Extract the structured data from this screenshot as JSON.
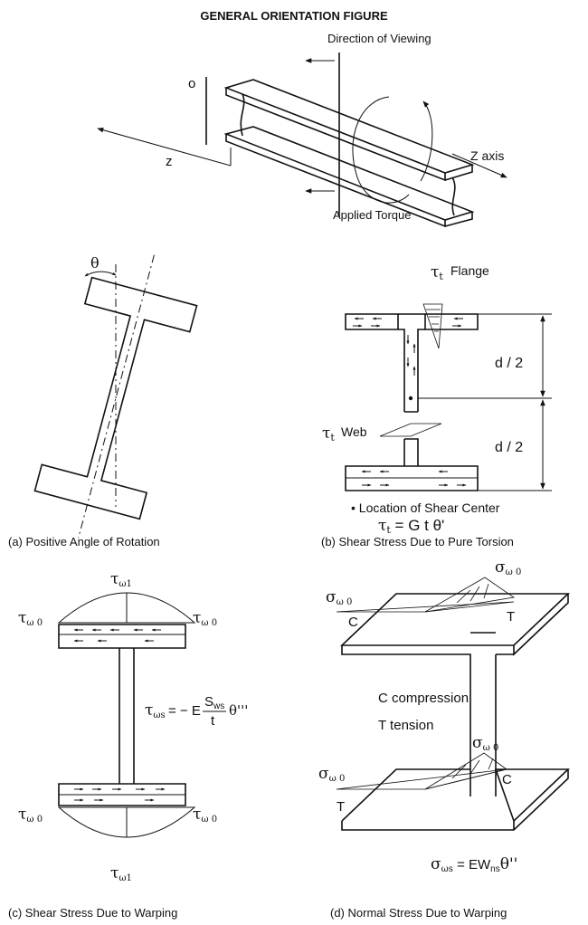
{
  "title": "GENERAL ORIENTATION FIGURE",
  "orientation": {
    "direction_of_viewing": "Direction of Viewing",
    "o_label": "o",
    "z_label": "z",
    "z_axis": "Z axis",
    "applied_torque": "Applied Torque"
  },
  "panel_a": {
    "theta": "θ",
    "caption": "(a) Positive Angle of Rotation"
  },
  "panel_b": {
    "tau_t": "τ",
    "sub_t": "t",
    "flange": "Flange",
    "web": "Web",
    "d_top": "d / 2",
    "d_bottom": "d / 2",
    "shear_center_note": "• Location of Shear Center",
    "formula_lhs": "τ",
    "formula_sub": "t",
    "formula_rhs": " = G t θ'",
    "caption": "(b) Shear Stress Due to Pure Torsion"
  },
  "panel_c": {
    "tau_w1": "τ",
    "sub_w1": "ω1",
    "tau_w0": "τ",
    "sub_w0": "ω 0",
    "formula_tau": "τ",
    "formula_sub": "ωs",
    "formula_eq": "= − E",
    "formula_num": "S",
    "formula_num_sub": "ws",
    "formula_den": "t",
    "formula_theta": "θ'''",
    "caption": "(c) Shear Stress Due to Warping"
  },
  "panel_d": {
    "sigma": "σ",
    "sigma_sub": "ω 0",
    "C": "C",
    "T": "T",
    "c_compression": "C compression",
    "t_tension": "T tension",
    "formula_sigma": "σ",
    "formula_sub": "ωs",
    "formula_eq": " = EW",
    "formula_wsub": "ns",
    "formula_theta": "θ''",
    "caption": "(d) Normal Stress Due to Warping"
  }
}
